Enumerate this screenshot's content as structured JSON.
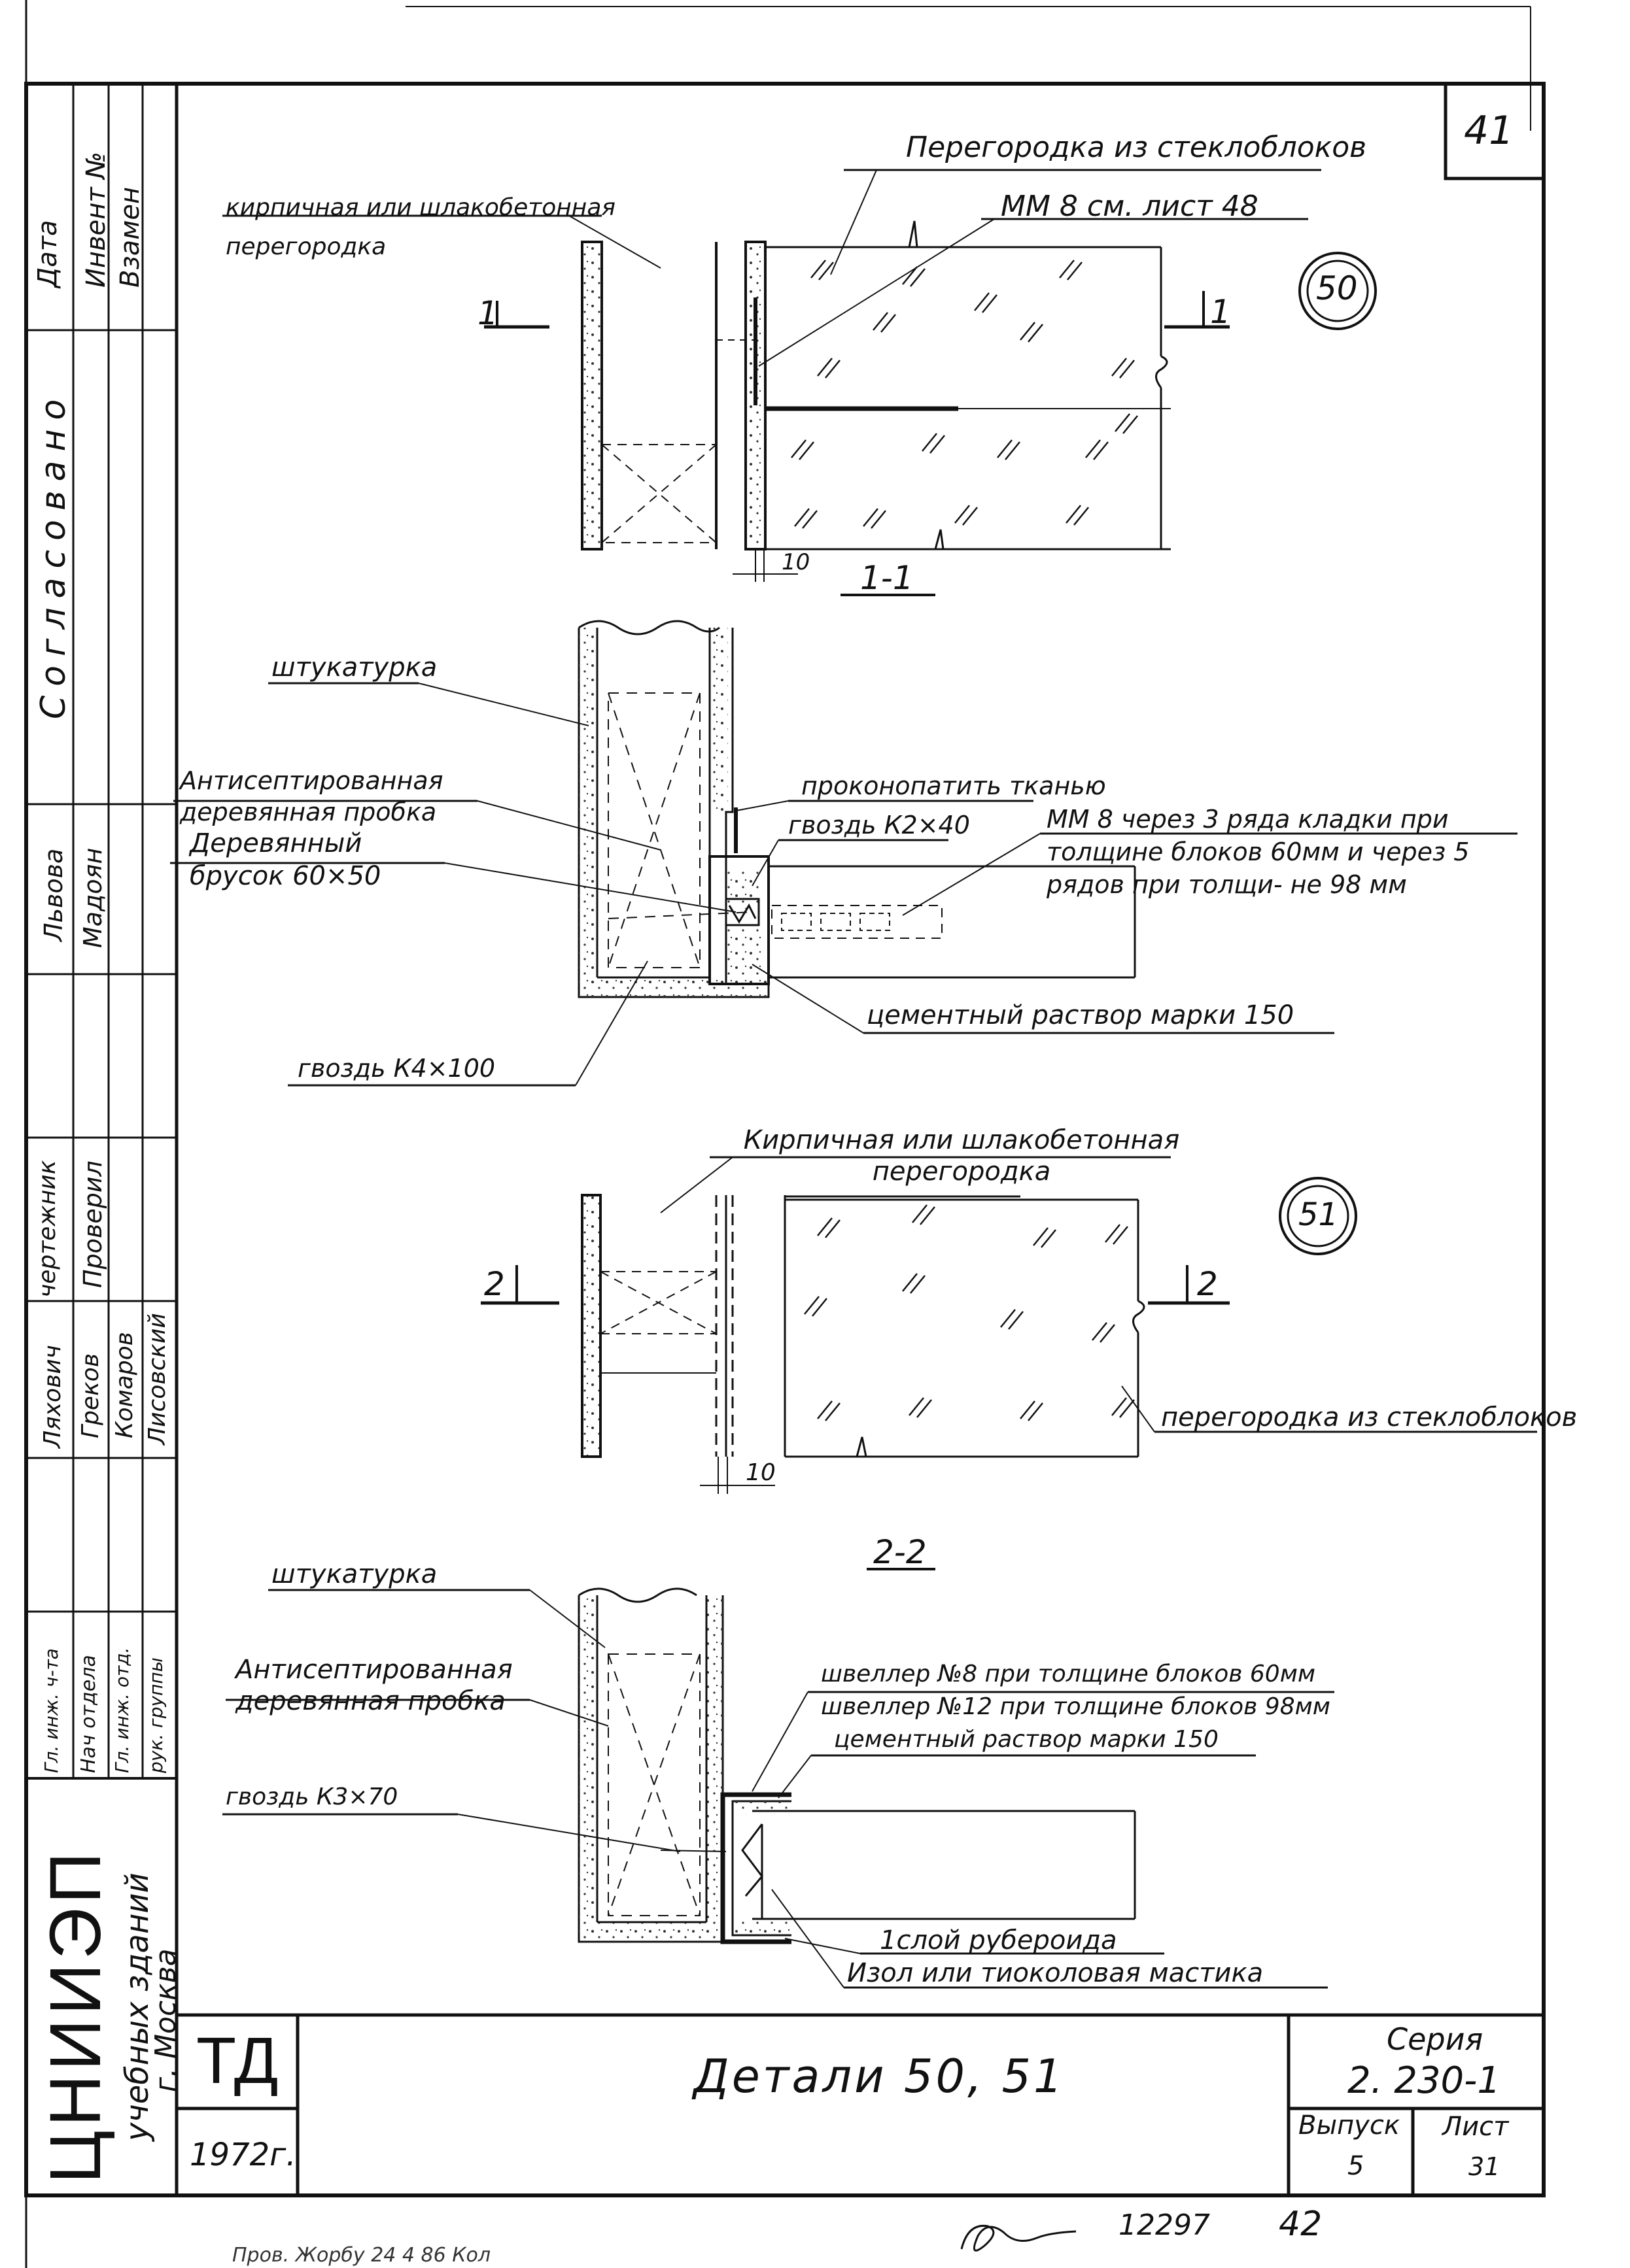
{
  "sheet": {
    "page_number": "41",
    "series_label": "Серия",
    "series_value": "2. 230-1",
    "issue_label": "Выпуск",
    "issue_value": "5",
    "sheet_label": "Лист",
    "sheet_value": "31",
    "drawing_title": "Детали 50, 51",
    "td_mark": "ТД",
    "year": "1972г.",
    "archive_number": "12297",
    "archive_page": "42",
    "footer_note": "Пров. Жорбу 24 4 86 Кол"
  },
  "organization": {
    "name": "ЦНИИЭП",
    "line2": "учебных зданий",
    "line3": "г. Москва"
  },
  "side_stamp": {
    "top_labels": [
      "Дата",
      "Инвент №",
      "Взамен"
    ],
    "approved_label": "Согласовано",
    "approvers": [
      "Львова",
      "Мадоян"
    ],
    "roles_mid": [
      "чертежник",
      "Проверил"
    ],
    "names_mid": [
      "Ляхович",
      "Греков",
      "Комаров",
      "Лисовский"
    ],
    "roles_low": [
      "Гл. инж. ч-та",
      "Нач отдела",
      "Гл. инж. отд.",
      "рук. группы"
    ]
  },
  "detail_50": {
    "marker": "50",
    "section_label": "1-1",
    "cut_mark_left": "1",
    "cut_mark_right": "1",
    "dim": "10",
    "labels": {
      "glass_partition": "Перегородка из стеклоблоков",
      "brick_partition": "кирпичная или шлакобетонная перегородка",
      "mm8_ref": "ММ 8 см. лист 48"
    }
  },
  "section_1_1": {
    "labels": {
      "plaster": "штукатурка",
      "antiseptic_plug": "Антисептированная деревянная пробка",
      "wood_bar": "Деревянный брусок 60×50",
      "caulk": "проконопатить тканью",
      "nail_small": "гвоздь К2×40",
      "mm8_note": "ММ 8 через 3 ряда кладки при толщине блоков 60мм и через 5 рядов при толщи- не 98 мм",
      "mortar": "цементный раствор марки 150",
      "nail_big": "гвоздь К4×100"
    }
  },
  "detail_51": {
    "marker": "51",
    "cut_mark_left": "2",
    "cut_mark_right": "2",
    "dim": "10",
    "section_label": "2-2",
    "labels": {
      "brick_partition": "Кирпичная или шлакобетонная перегородка",
      "glass_partition": "перегородка из стеклоблоков"
    }
  },
  "section_2_2": {
    "labels": {
      "plaster": "штукатурка",
      "antiseptic_plug": "Антисептированная деревянная пробка",
      "channel_8": "швеллер №8 при толщине блоков 60мм",
      "channel_12": "швеллер №12 при толщине блоков 98мм",
      "mortar": "цементный раствор марки 150",
      "nail": "гвоздь К3×70",
      "ruberoid": "1слой рубероида",
      "mastic": "Изол или тиоколовая мастика"
    }
  }
}
